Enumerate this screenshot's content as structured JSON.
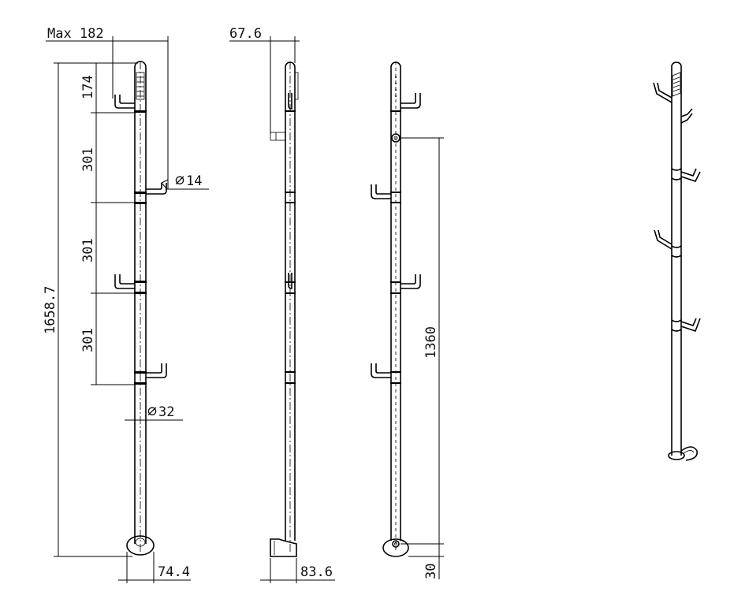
{
  "drawing": {
    "views": [
      "front-view",
      "side-view",
      "rear-view",
      "isometric-view"
    ]
  },
  "dimensions": {
    "max_width": "Max 182",
    "top_offset": "174",
    "hook_spacing_1": "301",
    "hook_spacing_2": "301",
    "hook_spacing_3": "301",
    "overall_height": "1658.7",
    "hook_diameter": "14",
    "pole_diameter": "32",
    "base_width_front": "74.4",
    "side_offset": "67.6",
    "base_depth_side": "83.6",
    "mount_spacing": "1360",
    "base_height": "30"
  },
  "symbols": {
    "diameter": "∅"
  }
}
